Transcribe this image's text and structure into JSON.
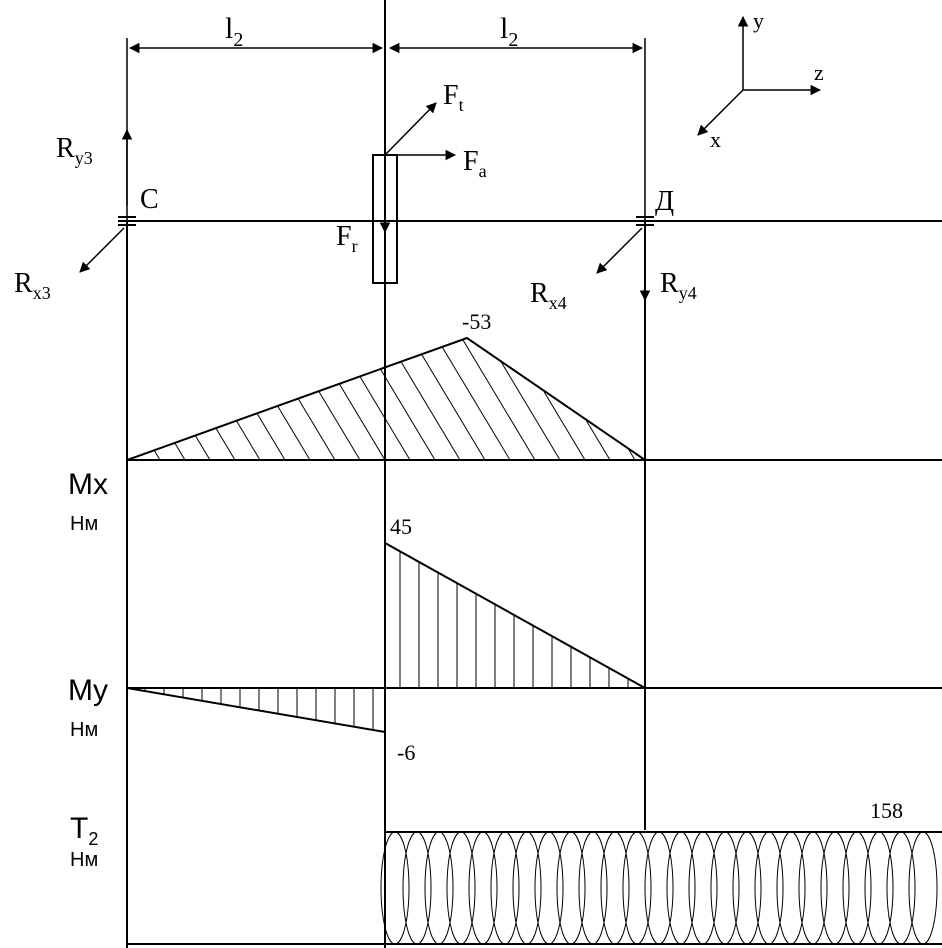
{
  "dims": {
    "left": "l",
    "right": "l",
    "sub": "2"
  },
  "axes": {
    "y": "y",
    "z": "z",
    "x": "x"
  },
  "supports": {
    "left": "C",
    "right": "Д"
  },
  "forces": {
    "ft": {
      "base": "F",
      "sub": "t"
    },
    "fa": {
      "base": "F",
      "sub": "a"
    },
    "fr": {
      "base": "F",
      "sub": "r"
    }
  },
  "reactions": {
    "ry3": {
      "base": "R",
      "sub": "y3"
    },
    "rx3": {
      "base": "R",
      "sub": "x3"
    },
    "rx4": {
      "base": "R",
      "sub": "x4"
    },
    "ry4": {
      "base": "R",
      "sub": "y4"
    }
  },
  "diagrams": {
    "mx": {
      "label": "Mx",
      "unit": "Нм",
      "peak": -53
    },
    "my": {
      "label": "My",
      "unit": "Нм",
      "left_end": -6,
      "right_start": 45
    },
    "t2": {
      "label": "T",
      "sub": "2",
      "unit": "Нм",
      "value": 158
    }
  }
}
